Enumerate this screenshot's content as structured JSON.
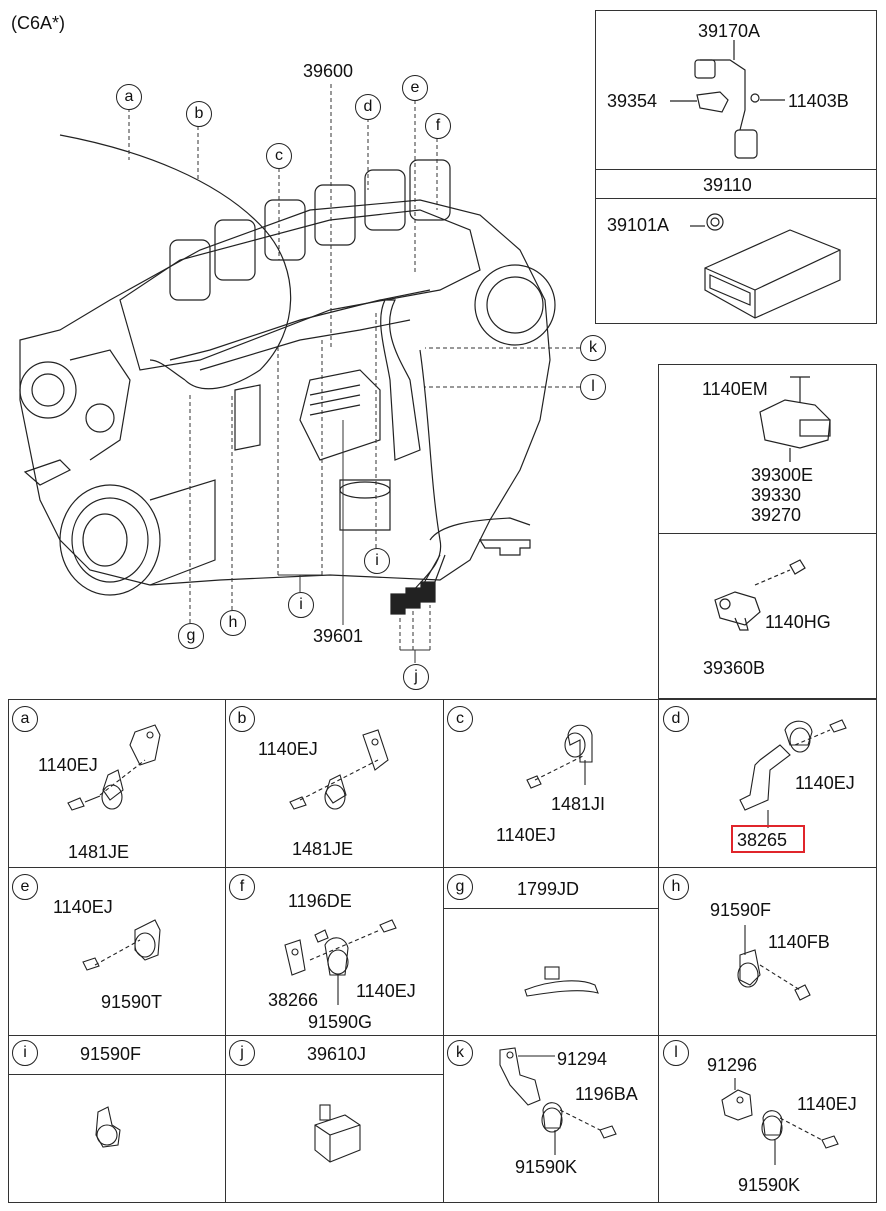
{
  "variant": "(C6A*)",
  "main": {
    "part_39600": "39600",
    "part_39601": "39601",
    "callouts": [
      "a",
      "b",
      "c",
      "d",
      "e",
      "f",
      "g",
      "h",
      "i",
      "i",
      "j",
      "k",
      "l"
    ]
  },
  "top_right": {
    "p39170A": "39170A",
    "p39354": "39354",
    "p11403B": "11403B",
    "p39110": "39110",
    "p39101A": "39101A"
  },
  "right_mid": {
    "p1140EM": "1140EM",
    "p39300E": "39300E",
    "p39330": "39330",
    "p39270": "39270",
    "p1140HG": "1140HG",
    "p39360B": "39360B"
  },
  "cells": {
    "a": {
      "key": "a",
      "p1": "1140EJ",
      "p2": "1481JE"
    },
    "b": {
      "key": "b",
      "p1": "1140EJ",
      "p2": "1481JE"
    },
    "c": {
      "key": "c",
      "p1": "1481JI",
      "p2": "1140EJ"
    },
    "d": {
      "key": "d",
      "p1": "1140EJ",
      "p2": "38265"
    },
    "e": {
      "key": "e",
      "p1": "1140EJ",
      "p2": "91590T"
    },
    "f": {
      "key": "f",
      "p1": "1196DE",
      "p2": "38266",
      "p3": "1140EJ",
      "p4": "91590G"
    },
    "g": {
      "key": "g",
      "title": "1799JD"
    },
    "h": {
      "key": "h",
      "p1": "91590F",
      "p2": "1140FB"
    },
    "i": {
      "key": "i",
      "title": "91590F"
    },
    "j": {
      "key": "j",
      "title": "39610J"
    },
    "k": {
      "key": "k",
      "p1": "91294",
      "p2": "1196BA",
      "p3": "91590K"
    },
    "l": {
      "key": "l",
      "p1": "91296",
      "p2": "1140EJ",
      "p3": "91590K"
    }
  },
  "highlight_color": "#e0252b"
}
